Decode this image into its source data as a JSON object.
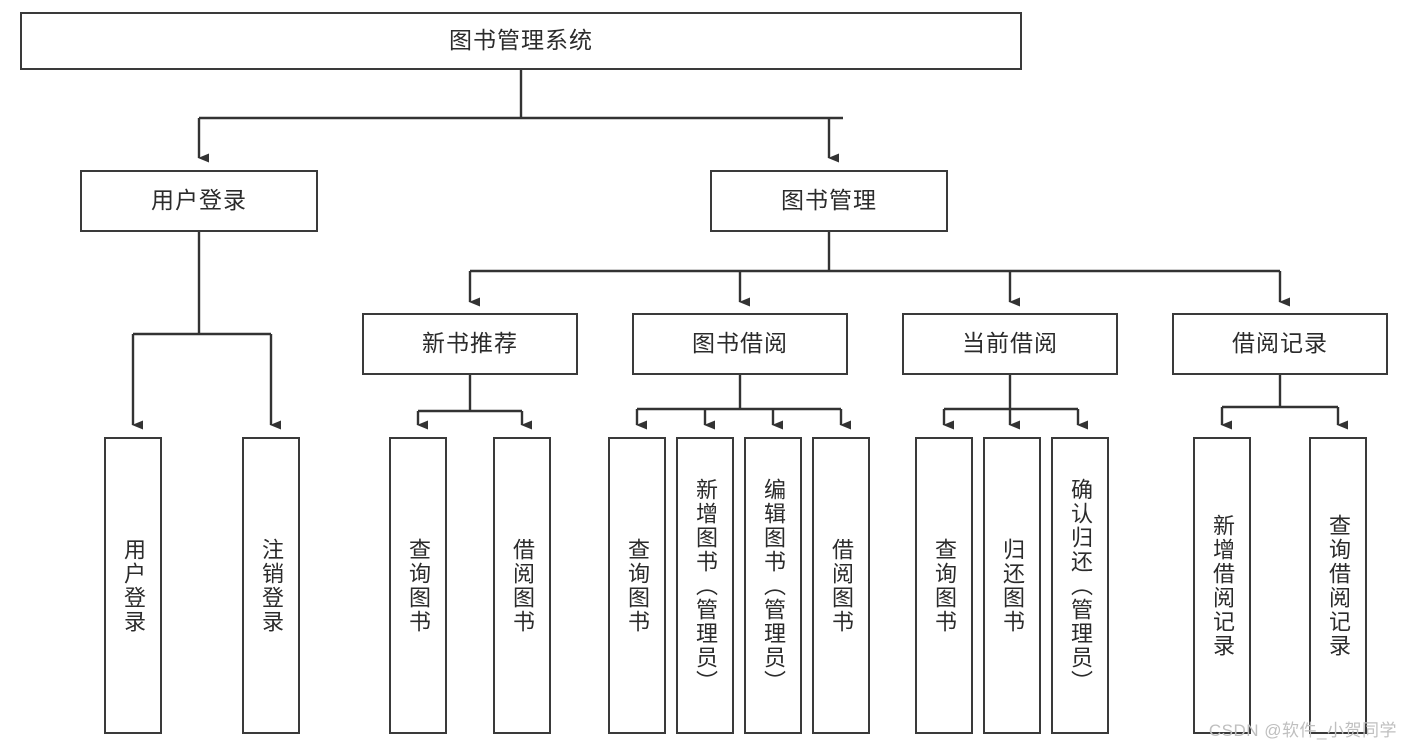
{
  "diagram": {
    "title": "图书管理系统",
    "type": "tree",
    "watermark": "CSDN @软件_小贺同学",
    "colors": {
      "box_border": "#3a3a3a",
      "box_fill": "#ffffff",
      "connector": "#333333",
      "text": "#2b2b2b",
      "watermark": "#bfbfbf",
      "background": "#ffffff"
    },
    "levels": {
      "root": {
        "label": "图书管理系统",
        "orientation": "horizontal"
      },
      "level2": [
        {
          "label": "用户登录",
          "orientation": "horizontal"
        },
        {
          "label": "图书管理",
          "orientation": "horizontal"
        }
      ],
      "level3": [
        {
          "label": "新书推荐",
          "orientation": "horizontal",
          "parent": "图书管理"
        },
        {
          "label": "图书借阅",
          "orientation": "horizontal",
          "parent": "图书管理"
        },
        {
          "label": "当前借阅",
          "orientation": "horizontal",
          "parent": "图书管理"
        },
        {
          "label": "借阅记录",
          "orientation": "horizontal",
          "parent": "图书管理"
        }
      ],
      "leaves": [
        {
          "label": "用户登录",
          "orientation": "vertical",
          "parent": "用户登录"
        },
        {
          "label": "注销登录",
          "orientation": "vertical",
          "parent": "用户登录"
        },
        {
          "label": "查询图书",
          "orientation": "vertical",
          "parent": "新书推荐"
        },
        {
          "label": "借阅图书",
          "orientation": "vertical",
          "parent": "新书推荐"
        },
        {
          "label": "查询图书",
          "orientation": "vertical",
          "parent": "图书借阅"
        },
        {
          "label": "新增图书（管理员）",
          "orientation": "vertical",
          "parent": "图书借阅"
        },
        {
          "label": "编辑图书（管理员）",
          "orientation": "vertical",
          "parent": "图书借阅"
        },
        {
          "label": "借阅图书",
          "orientation": "vertical",
          "parent": "图书借阅"
        },
        {
          "label": "查询图书",
          "orientation": "vertical",
          "parent": "当前借阅"
        },
        {
          "label": "归还图书",
          "orientation": "vertical",
          "parent": "当前借阅"
        },
        {
          "label": "确认归还（管理员）",
          "orientation": "vertical",
          "parent": "当前借阅"
        },
        {
          "label": "新增借阅记录",
          "orientation": "vertical",
          "parent": "借阅记录"
        },
        {
          "label": "查询借阅记录",
          "orientation": "vertical",
          "parent": "借阅记录"
        }
      ]
    }
  }
}
